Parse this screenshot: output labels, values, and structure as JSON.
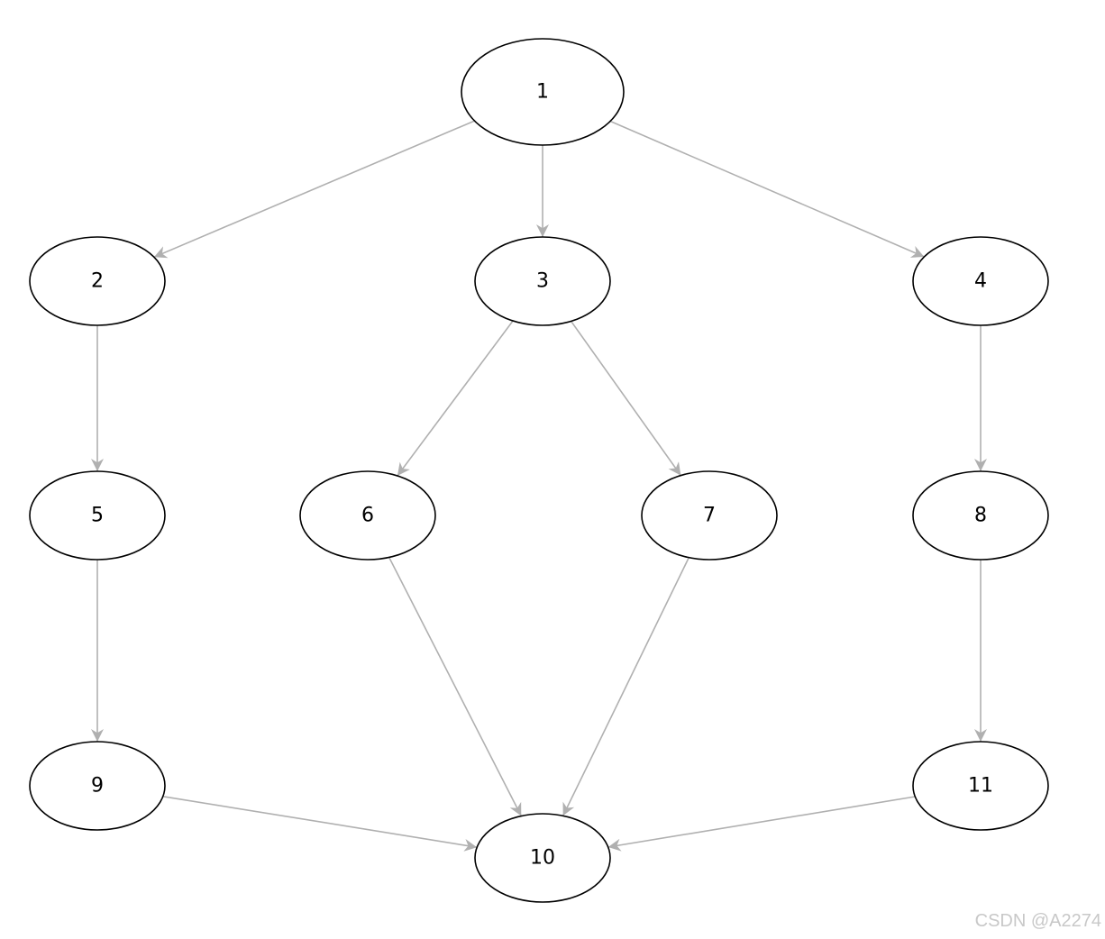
{
  "diagram": {
    "nodes": [
      {
        "id": "1",
        "label": "1"
      },
      {
        "id": "2",
        "label": "2"
      },
      {
        "id": "3",
        "label": "3"
      },
      {
        "id": "4",
        "label": "4"
      },
      {
        "id": "5",
        "label": "5"
      },
      {
        "id": "6",
        "label": "6"
      },
      {
        "id": "7",
        "label": "7"
      },
      {
        "id": "8",
        "label": "8"
      },
      {
        "id": "9",
        "label": "9"
      },
      {
        "id": "10",
        "label": "10"
      },
      {
        "id": "11",
        "label": "11"
      }
    ],
    "edges": [
      {
        "from": "1",
        "to": "2"
      },
      {
        "from": "1",
        "to": "3"
      },
      {
        "from": "1",
        "to": "4"
      },
      {
        "from": "2",
        "to": "5"
      },
      {
        "from": "3",
        "to": "6"
      },
      {
        "from": "3",
        "to": "7"
      },
      {
        "from": "4",
        "to": "8"
      },
      {
        "from": "5",
        "to": "9"
      },
      {
        "from": "6",
        "to": "10"
      },
      {
        "from": "7",
        "to": "10"
      },
      {
        "from": "8",
        "to": "11"
      },
      {
        "from": "9",
        "to": "10"
      },
      {
        "from": "11",
        "to": "10"
      }
    ],
    "colors": {
      "node_stroke": "#000000",
      "edge": "#b0b0b0",
      "background": "#ffffff"
    }
  },
  "watermark": "CSDN @A2274"
}
